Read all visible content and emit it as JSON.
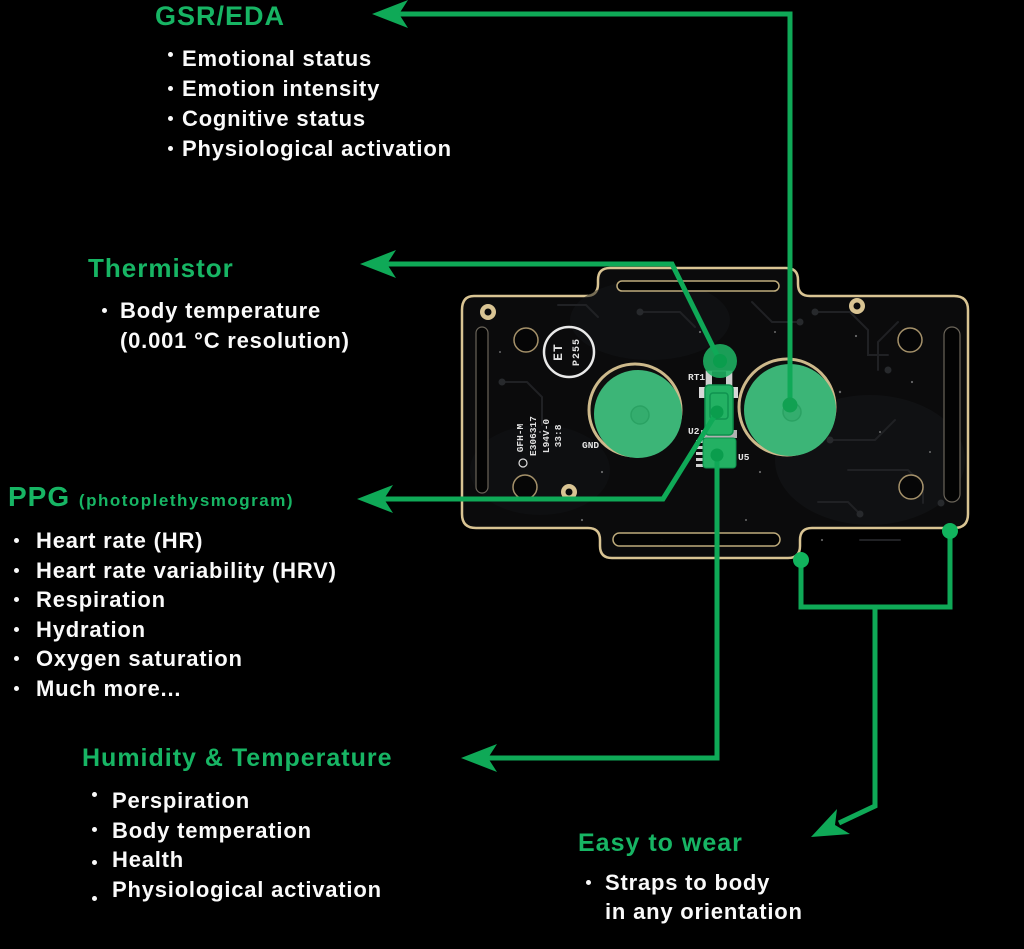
{
  "colors": {
    "background": "#000000",
    "title_green": "#17b564",
    "arrow_green": "#0fa957",
    "electrode_green": "#3cb577",
    "component_green": "#23b163",
    "board_edge_gold": "#d9c493",
    "text_white": "#fafafa"
  },
  "sections": {
    "gsr": {
      "title": "GSR/EDA",
      "items": [
        "Emotional status",
        "Emotion intensity",
        "Cognitive status",
        "Physiological activation"
      ]
    },
    "thermistor": {
      "title": "Thermistor",
      "line1": "Body temperature",
      "line2": "(0.001 °C resolution)"
    },
    "ppg": {
      "title": "PPG",
      "subtitle": "(photoplethysmogram)",
      "items": [
        "Heart rate (HR)",
        "Heart rate variability (HRV)",
        "Respiration",
        "Hydration",
        "Oxygen saturation",
        "Much more..."
      ]
    },
    "humidity": {
      "title": "Humidity & Temperature",
      "items": [
        "Perspiration",
        "Body temperation",
        "Health",
        "Physiological activation"
      ]
    },
    "easy": {
      "title": "Easy to wear",
      "line1": "Straps to body",
      "line2": "in any orientation"
    }
  },
  "board": {
    "silkscreen": {
      "cert_line1": "ET",
      "cert_line2": "P255",
      "mfr_line1": "GFH-M",
      "mfr_line2": "E306317",
      "mfr_line3": "L94V-0",
      "mfr_line4": "33:8",
      "gnd": "GND",
      "rt1": "RT1",
      "u2": "U2",
      "u5": "U5"
    }
  }
}
